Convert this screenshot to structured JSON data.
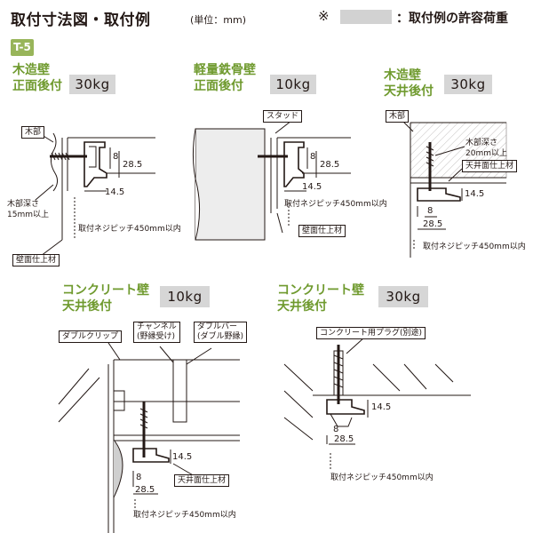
{
  "header": {
    "title": "取付寸法図・取付例",
    "unit": "(単位：mm)",
    "legend_mark": "※",
    "legend_text": "：取付例の許容荷重",
    "legend_color": "#d2d2d2"
  },
  "tag": "T-5",
  "colors": {
    "accent_green": "#6f9a2e",
    "tag_bg": "#98b55a",
    "load_bg": "#d6d6d6"
  },
  "examples": [
    {
      "title_line1": "木造壁",
      "title_line2": "正面後付",
      "load": "30kg",
      "labels": {
        "wood": "木部",
        "depth": "木部深さ",
        "depth2": "15mm以上",
        "pitch": "取付ネジピッチ450mm以内",
        "finish": "壁面仕上材"
      },
      "dims": {
        "d8": "8",
        "d28": "28.5",
        "d14": "14.5"
      }
    },
    {
      "title_line1": "軽量鉄骨壁",
      "title_line2": "正面後付",
      "load": "10kg",
      "labels": {
        "stud": "スタッド",
        "pitch": "取付ネジピッチ450mm以内",
        "finish": "壁面仕上材"
      },
      "dims": {
        "d8": "8",
        "d28": "28.5",
        "d14": "14.5"
      }
    },
    {
      "title_line1": "木造壁",
      "title_line2": "天井後付",
      "load": "30kg",
      "labels": {
        "wood": "木部",
        "depth": "木部深さ",
        "depth2": "20mm以上",
        "ceiling": "天井面仕上材",
        "pitch": "取付ネジピッチ450mm以内"
      },
      "dims": {
        "d8": "8",
        "d28": "28.5",
        "d14": "14.5"
      }
    },
    {
      "title_line1": "コンクリート壁",
      "title_line2": "天井後付",
      "load": "10kg",
      "labels": {
        "clip": "ダブルクリップ",
        "channel1": "チャンネル",
        "channel2": "(野縁受け)",
        "bar1": "ダブルバー",
        "bar2": "(ダブル野縁)",
        "ceiling": "天井面仕上材",
        "pitch": "取付ネジピッチ450mm以内"
      },
      "dims": {
        "d8": "8",
        "d28": "28.5",
        "d14": "14.5"
      }
    },
    {
      "title_line1": "コンクリート壁",
      "title_line2": "天井後付",
      "load": "30kg",
      "labels": {
        "plug": "コンクリート用プラグ(別途)",
        "pitch": "取付ネジピッチ450mm以内"
      },
      "dims": {
        "d8": "8",
        "d28": "28.5",
        "d14": "14.5"
      }
    }
  ]
}
